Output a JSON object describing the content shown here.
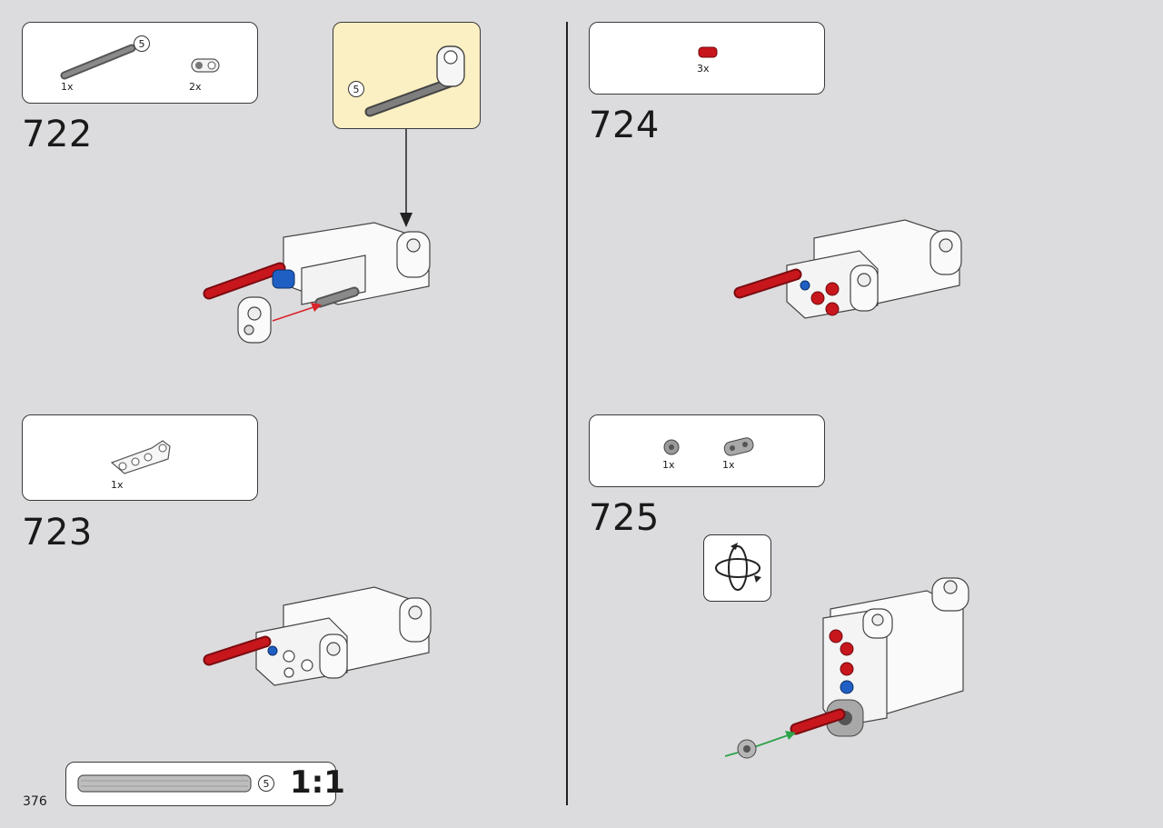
{
  "page": {
    "number": "376"
  },
  "steps": [
    {
      "id": "722",
      "number": "722",
      "parts": [
        {
          "qty": "1x",
          "length_badge": "5"
        },
        {
          "qty": "2x"
        }
      ],
      "subassembly_badge": "5"
    },
    {
      "id": "723",
      "number": "723",
      "parts": [
        {
          "qty": "1x"
        }
      ]
    },
    {
      "id": "724",
      "number": "724",
      "parts": [
        {
          "qty": "3x"
        }
      ]
    },
    {
      "id": "725",
      "number": "725",
      "parts": [
        {
          "qty": "1x"
        },
        {
          "qty": "1x"
        }
      ]
    }
  ],
  "scale_guide": {
    "length": "5",
    "label": "1:1"
  },
  "icons": {
    "rotate": "rotate-model-icon"
  },
  "colors": {
    "background": "#dcdcdf",
    "subassembly_bg": "#fbf0c3",
    "red_axle": "#c8161d",
    "blue_pin": "#1f5fc4",
    "gray_axle": "#6e6e6e",
    "arrow_red": "#d9232a",
    "arrow_green": "#2ca24a"
  }
}
